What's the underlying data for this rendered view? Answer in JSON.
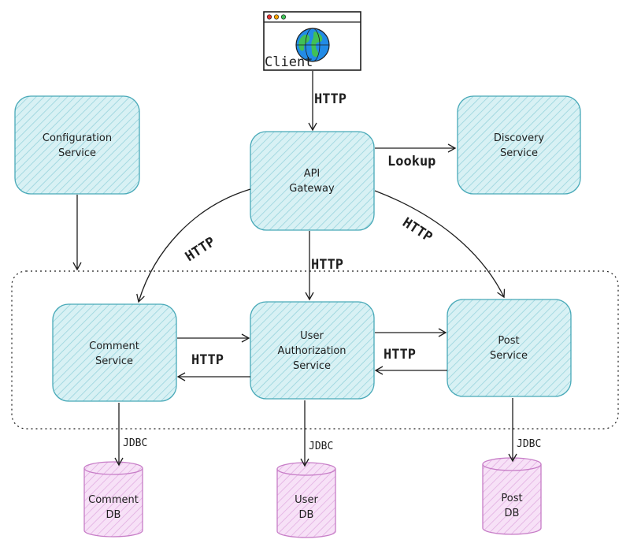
{
  "colors": {
    "service_fill": "#d8f1f4",
    "service_stroke": "#48a9b8",
    "db_fill": "#f7e1f7",
    "db_stroke": "#c77dc7",
    "line": "#1e1e1e"
  },
  "client": {
    "label": "Client",
    "icon": "globe-icon"
  },
  "services": {
    "configuration": {
      "line1": "Configuration",
      "line2": "Service"
    },
    "discovery": {
      "line1": "Discovery",
      "line2": "Service"
    },
    "gateway": {
      "line1": "API",
      "line2": "Gateway"
    },
    "comment": {
      "line1": "Comment",
      "line2": "Service"
    },
    "user": {
      "line1": "User",
      "line2": "Authorization",
      "line3": "Service"
    },
    "post": {
      "line1": "Post",
      "line2": "Service"
    }
  },
  "databases": {
    "comment": {
      "line1": "Comment",
      "line2": "DB"
    },
    "user": {
      "line1": "User",
      "line2": "DB"
    },
    "post": {
      "line1": "Post",
      "line2": "DB"
    }
  },
  "edges": {
    "client_to_gateway": "HTTP",
    "gateway_to_discovery": "Lookup",
    "gateway_to_comment": "HTTP",
    "gateway_to_user": "HTTP",
    "gateway_to_post": "HTTP",
    "user_to_comment": "HTTP",
    "post_to_user": "HTTP",
    "comment_to_db": "JDBC",
    "user_to_db": "JDBC",
    "post_to_db": "JDBC"
  }
}
